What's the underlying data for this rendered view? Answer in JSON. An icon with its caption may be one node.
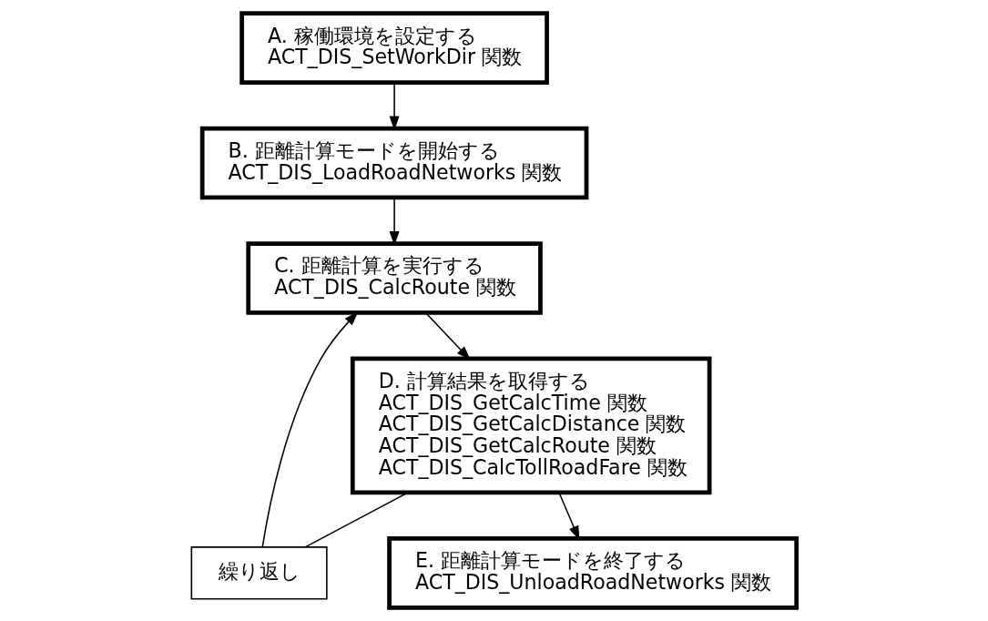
{
  "diagram": {
    "nodes": [
      {
        "text": [
          "A. 稼働環境を設定する",
          "ACT_DIS_SetWorkDir 関数"
        ]
      },
      {
        "text": [
          "B. 距離計算モードを開始する",
          "ACT_DIS_LoadRoadNetworks 関数"
        ]
      },
      {
        "text": [
          "C. 距離計算を実行する",
          "ACT_DIS_CalcRoute 関数"
        ]
      },
      {
        "text": [
          "D. 計算結果を取得する",
          "ACT_DIS_GetCalcTime 関数",
          "ACT_DIS_GetCalcDistance 関数",
          "ACT_DIS_GetCalcRoute 関数",
          "ACT_DIS_CalcTollRoadFare 関数"
        ]
      },
      {
        "text": [
          "繰り返し"
        ]
      },
      {
        "text": [
          "E. 距離計算モードを終了する",
          "ACT_DIS_UnloadRoadNetworks 関数"
        ]
      }
    ],
    "edges": [
      {
        "from": 0,
        "to": 1,
        "arrow": "to"
      },
      {
        "from": 1,
        "to": 2,
        "arrow": "to"
      },
      {
        "from": 2,
        "to": 3,
        "arrow": "to"
      },
      {
        "from": 3,
        "to": 4,
        "arrow": "none"
      },
      {
        "from": 4,
        "to": 2,
        "arrow": "to"
      },
      {
        "from": 3,
        "to": 5,
        "arrow": "to"
      }
    ]
  }
}
